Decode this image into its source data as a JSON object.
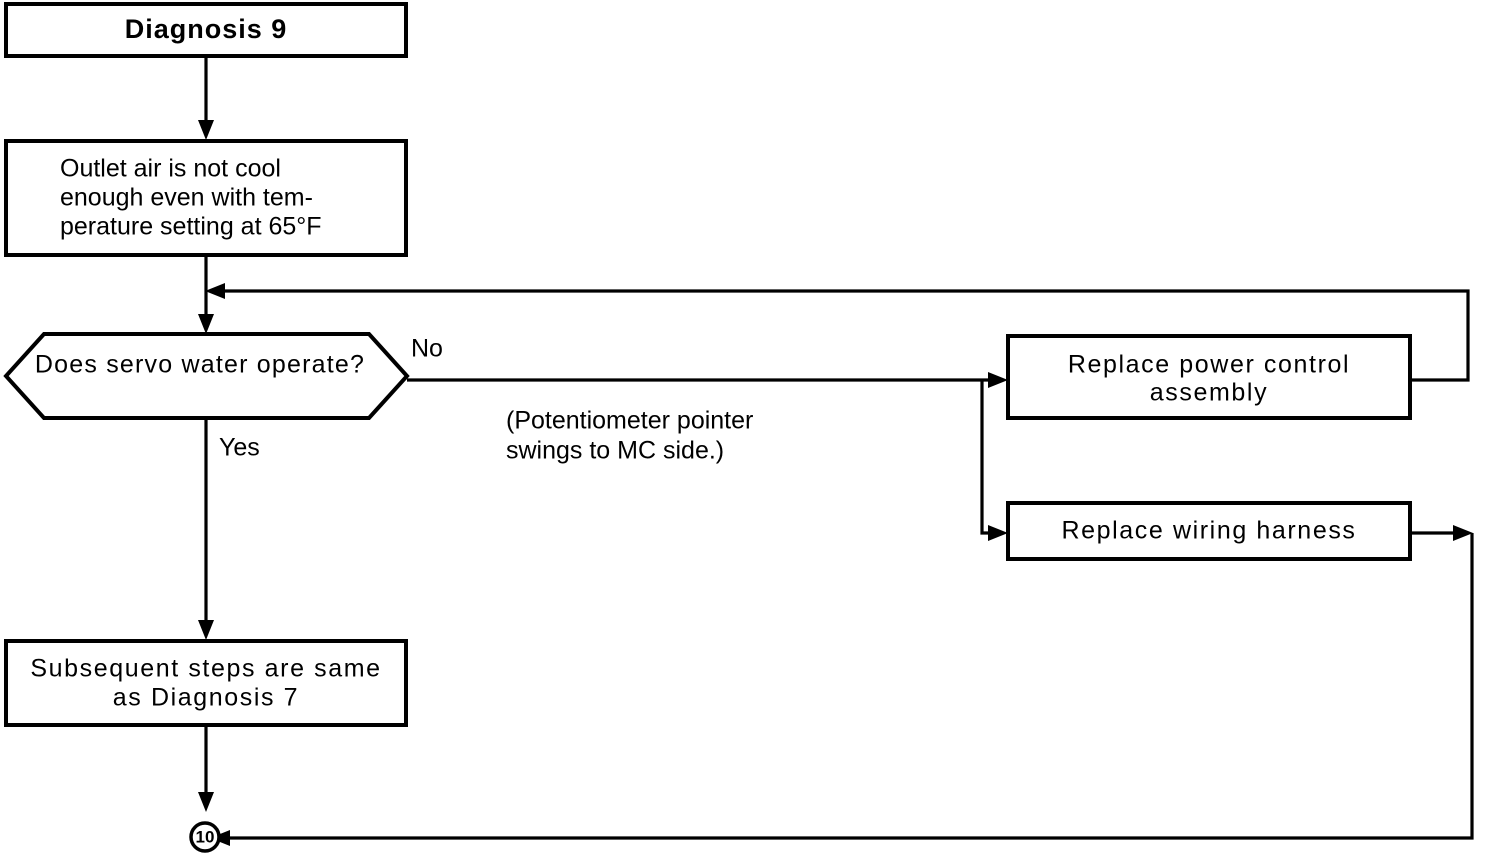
{
  "diagram": {
    "title": "Diagnosis 9",
    "type": "flowchart",
    "nodes": {
      "title_box": {
        "label": "Diagnosis 9",
        "shape": "rectangle"
      },
      "symptom_box": {
        "line1": "Outlet air is not cool",
        "line2": "enough even with tem-",
        "line3": "perature setting at 65°F",
        "shape": "rectangle"
      },
      "decision": {
        "label": "Does  servo  water  operate?",
        "shape": "hexagon"
      },
      "replace_power_control": {
        "line1": "Replace  power  control",
        "line2": "assembly",
        "shape": "rectangle"
      },
      "replace_wiring_harness": {
        "line1": "Replace  wiring  harness",
        "shape": "rectangle"
      },
      "subsequent_steps": {
        "line1": "Subsequent  steps  are  same",
        "line2": "as  Diagnosis  7",
        "shape": "rectangle"
      },
      "connector": {
        "label": "10",
        "shape": "circle"
      }
    },
    "edge_labels": {
      "no": "No",
      "yes": "Yes"
    },
    "notes": {
      "potentiometer_line1": "(Potentiometer pointer",
      "potentiometer_line2": "swings to MC side.)"
    },
    "colors": {
      "stroke": "#000000",
      "fill": "#ffffff",
      "text": "#000000"
    }
  }
}
